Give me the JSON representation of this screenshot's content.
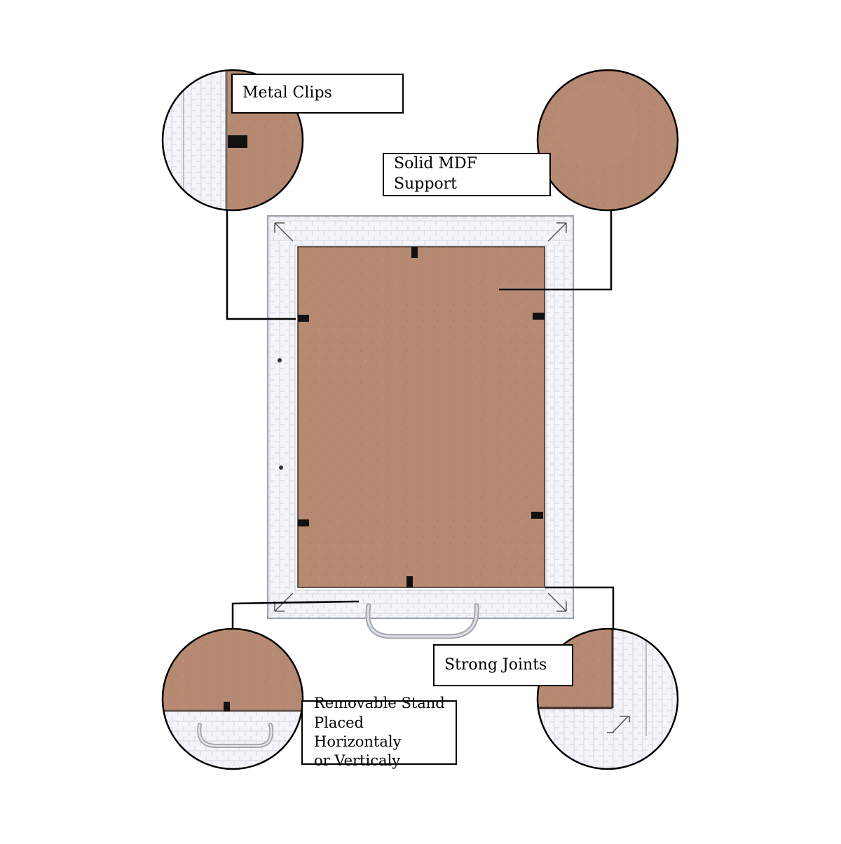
{
  "labels": {
    "metal_clips": "Metal Clips",
    "mdf_support": "Solid MDF Support",
    "strong_joints": "Strong Joints",
    "stand": "Removable Stand\nPlaced Horizontaly\nor Verticaly"
  },
  "colors": {
    "mdf": "#b68a72",
    "mdf_dark": "#a87b63",
    "frame": "#f2f3f7",
    "frame_shadow": "#d6d8e0",
    "clip": "#111111",
    "stand": "#c4c9cf",
    "line": "#000000"
  }
}
